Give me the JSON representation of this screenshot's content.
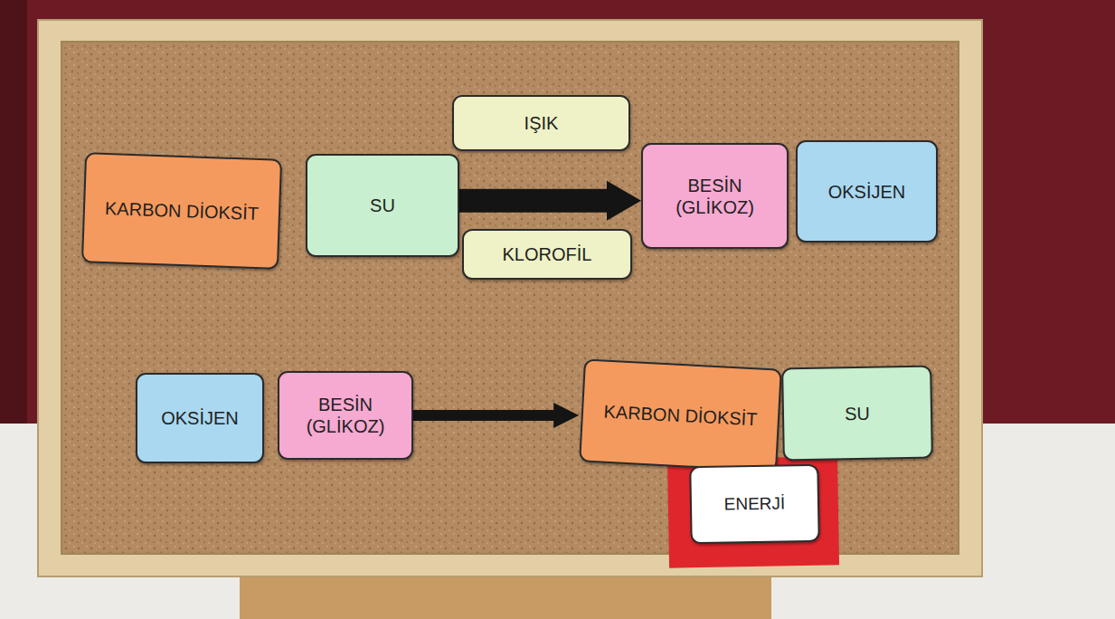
{
  "diagram": {
    "nodes": [
      {
        "text": [
          "KARBON DİOKSİT"
        ]
      },
      {
        "text": [
          "SU"
        ]
      },
      {
        "text": [
          "IŞIK"
        ]
      },
      {
        "text": [
          "KLOROFİL"
        ]
      },
      {
        "text": [
          "BESİN (GLİKOZ)"
        ]
      },
      {
        "text": [
          "OKSİJEN"
        ]
      },
      {
        "text": [
          "OKSİJEN"
        ]
      },
      {
        "text": [
          "BESİN (GLİKOZ)"
        ]
      },
      {
        "text": [
          "KARBON DİOKSİT"
        ]
      },
      {
        "text": [
          "SU"
        ]
      },
      {
        "text": [
          "ENERJİ"
        ]
      }
    ],
    "edges": [
      {
        "from": 1,
        "to": 4,
        "arrow": "to"
      },
      {
        "from": 7,
        "to": 8,
        "arrow": "to"
      }
    ]
  }
}
